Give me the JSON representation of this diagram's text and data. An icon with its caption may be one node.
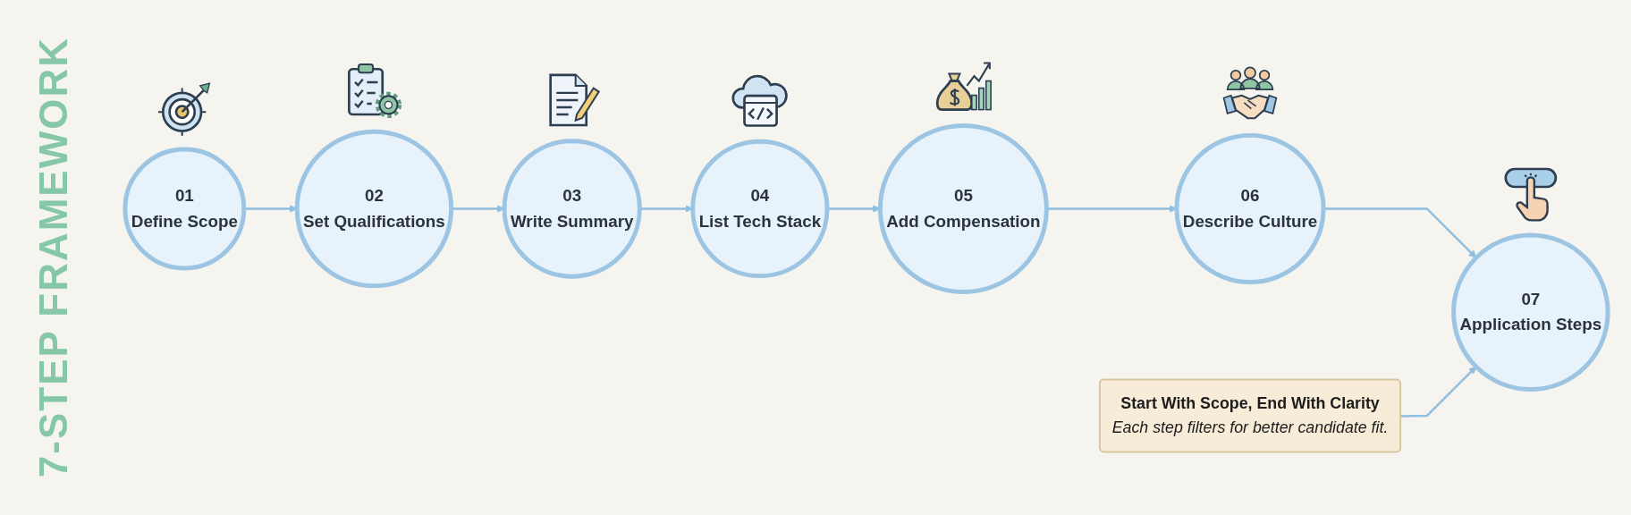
{
  "diagram": {
    "title": "7-STEP FRAMEWORK",
    "nodes": [
      {
        "text": [
          "01",
          "Define Scope"
        ]
      },
      {
        "text": [
          "02",
          "Set Qualifications"
        ]
      },
      {
        "text": [
          "03",
          "Write Summary"
        ]
      },
      {
        "text": [
          "04",
          "List Tech Stack"
        ]
      },
      {
        "text": [
          "05",
          "Add Compensation"
        ]
      },
      {
        "text": [
          "06",
          "Describe Culture"
        ]
      },
      {
        "text": [
          "07",
          "Application Steps"
        ]
      },
      {
        "text": [
          "Start With Scope, End With Clarity",
          "Each step filters for better candidate fit."
        ]
      }
    ],
    "edges": [
      {
        "from": 0,
        "to": 1,
        "arrow": "to"
      },
      {
        "from": 1,
        "to": 2,
        "arrow": "to"
      },
      {
        "from": 2,
        "to": 3,
        "arrow": "to"
      },
      {
        "from": 3,
        "to": 4,
        "arrow": "to"
      },
      {
        "from": 4,
        "to": 5,
        "arrow": "to"
      },
      {
        "from": 5,
        "to": 6,
        "arrow": "to"
      },
      {
        "from": 7,
        "to": 6,
        "arrow": "to"
      }
    ]
  }
}
